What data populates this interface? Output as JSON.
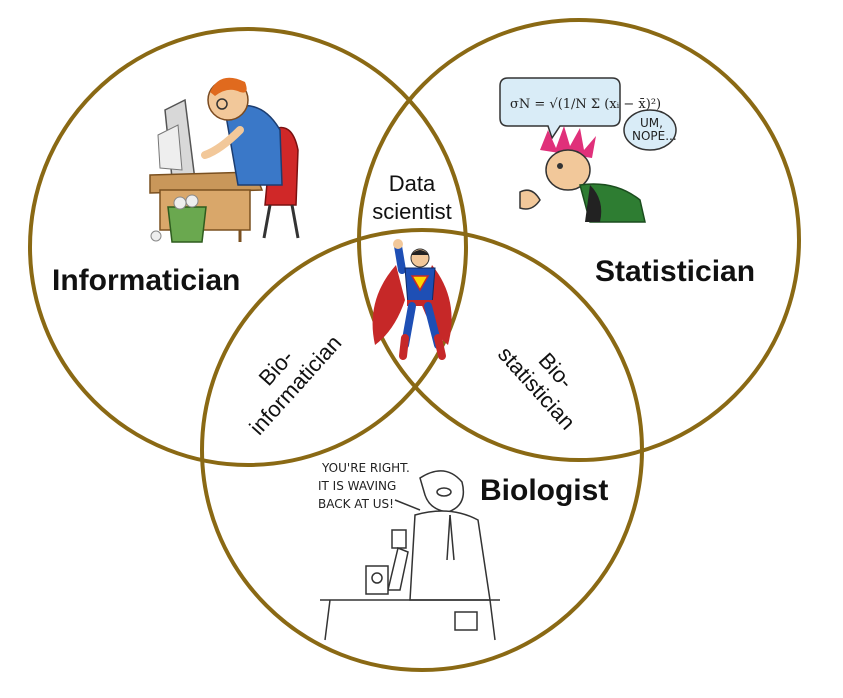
{
  "colors": {
    "circle_stroke": "#8a6914",
    "label_text": "#111111"
  },
  "labels": {
    "informatician": "Informatician",
    "statistician": "Statistician",
    "biologist": "Biologist",
    "data_scientist_line1": "Data",
    "data_scientist_line2": "scientist",
    "bioinformatician_line1": "Bio-",
    "bioinformatician_line2": "informatician",
    "biostatistician_line1": "Bio-",
    "biostatistician_line2": "statistician"
  },
  "cartoons": {
    "informatician": {
      "icon": "programmer-at-desk-icon"
    },
    "statistician": {
      "icon": "confused-statistician-icon",
      "formula": "σN = √(1/N Σ (xᵢ − x̄)²)",
      "speech": [
        "UM,",
        "NOPE..."
      ]
    },
    "data_scientist": {
      "icon": "superhero-icon"
    },
    "biologist": {
      "icon": "scientist-with-microscope-icon",
      "speech": [
        "YOU'RE RIGHT.",
        "IT IS WAVING",
        "BACK AT US!"
      ]
    }
  }
}
